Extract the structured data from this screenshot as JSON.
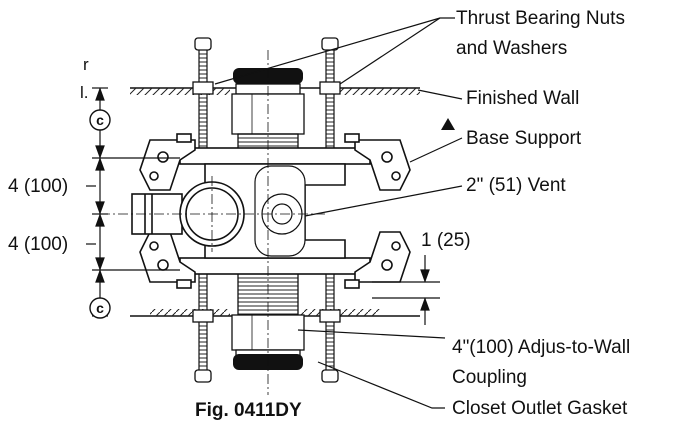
{
  "callouts": {
    "thrust_line1": "Thrust Bearing Nuts",
    "thrust_line2": "and Washers",
    "finished_wall": "Finished Wall",
    "base_support": "Base Support",
    "vent": "2\" (51) Vent",
    "coupling_line1": "4\"(100) Adjus-to-Wall",
    "coupling_line2": "Coupling",
    "gasket": "Closet Outlet Gasket"
  },
  "dimensions": {
    "upper_offset": "4 (100)",
    "lower_offset": "4 (100)",
    "small_gap": "1 (25)",
    "circle_mark": "c"
  },
  "left_cutoff_fragments": [
    "r",
    "l."
  ],
  "figure_caption": "Fig. 0411DY"
}
